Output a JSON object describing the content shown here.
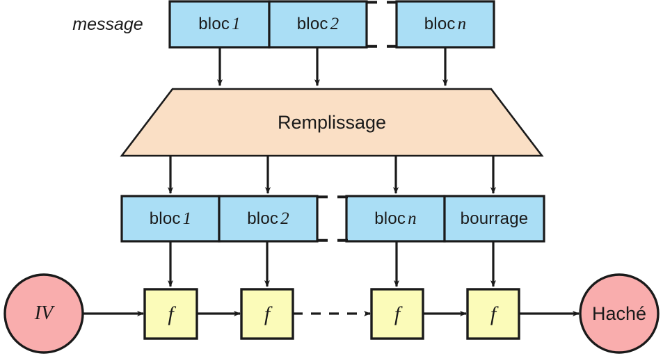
{
  "diagram": {
    "title_label": "message",
    "colors": {
      "block_fill": "#aadef5",
      "padding_fill": "#fadfc5",
      "function_fill": "#fbfbb9",
      "terminal_fill": "#f9adad",
      "stroke": "#1a1a1a",
      "background": "#ffffff"
    },
    "message_row": {
      "name": "message-blocks",
      "blocks": [
        {
          "label": "bloc",
          "var": "1",
          "var_italic": false
        },
        {
          "label": "bloc",
          "var": "2",
          "var_italic": false
        },
        {
          "label": "bloc",
          "var": "n",
          "var_italic": true
        }
      ],
      "gap_style": "dashed"
    },
    "padding_stage": {
      "name": "padding-trapezoid",
      "label": "Remplissage"
    },
    "padded_row": {
      "name": "padded-blocks",
      "blocks": [
        {
          "label": "bloc",
          "var": "1",
          "var_italic": false
        },
        {
          "label": "bloc",
          "var": "2",
          "var_italic": false
        },
        {
          "label": "bloc",
          "var": "n",
          "var_italic": true
        },
        {
          "label": "bourrage",
          "var": "",
          "var_italic": false
        }
      ],
      "gap_style": "dashed"
    },
    "chain": {
      "name": "compression-chain",
      "initial_value": {
        "label": "IV",
        "italic": true
      },
      "functions": [
        {
          "label": "f"
        },
        {
          "label": "f"
        },
        {
          "label": "f"
        },
        {
          "label": "f"
        }
      ],
      "output": {
        "label": "Haché",
        "italic": false
      },
      "link_style_middle": "dashed"
    }
  }
}
